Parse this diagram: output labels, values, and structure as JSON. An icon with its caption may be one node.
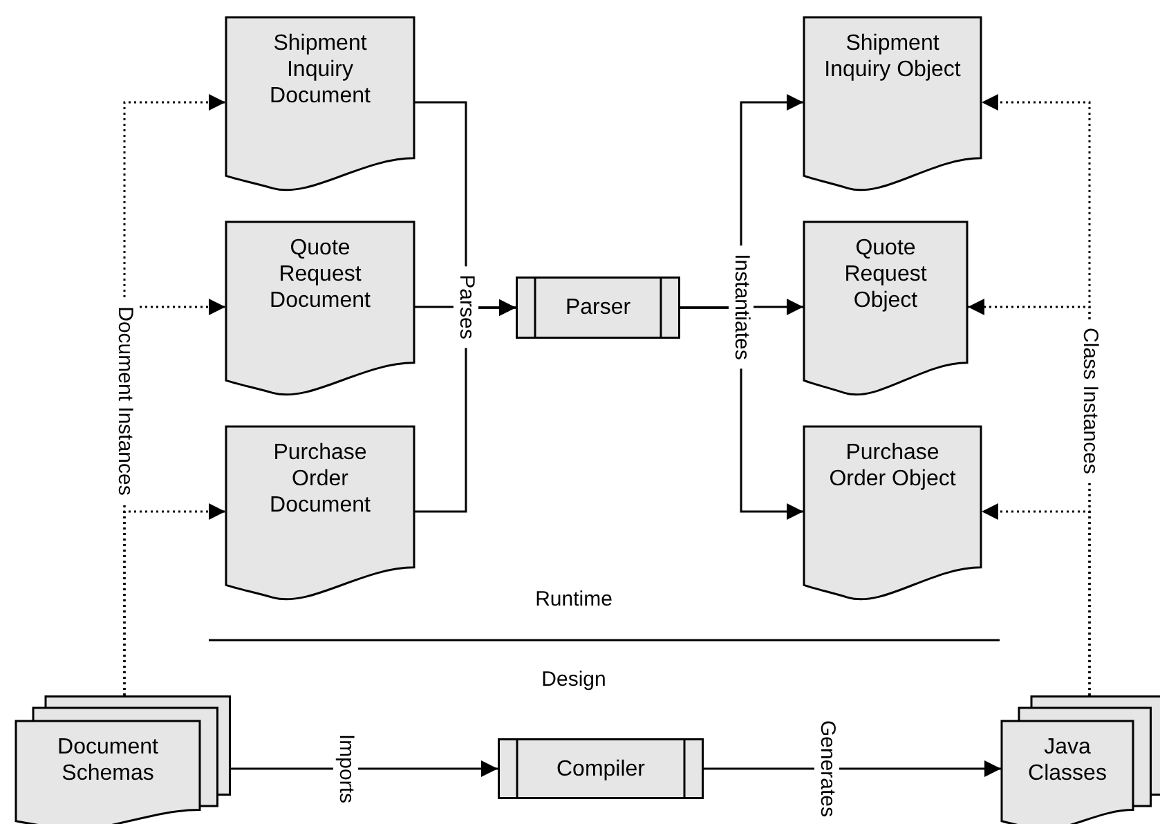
{
  "diagram": {
    "nodes": [
      {
        "text": [
          "Shipment Inquiry Document"
        ]
      },
      {
        "text": [
          "Quote Request Document"
        ]
      },
      {
        "text": [
          "Purchase Order Document"
        ]
      },
      {
        "text": [
          "Parser"
        ]
      },
      {
        "text": [
          "Shipment Inquiry Object"
        ]
      },
      {
        "text": [
          "Quote Request Object"
        ]
      },
      {
        "text": [
          "Purchase Order Object"
        ]
      },
      {
        "text": [
          "Document Schemas"
        ]
      },
      {
        "text": [
          "Compiler"
        ]
      },
      {
        "text": [
          "Java Classes"
        ]
      }
    ],
    "edges": [
      {
        "from": 0,
        "to": 3,
        "arrow": "to"
      },
      {
        "from": 1,
        "to": 3,
        "arrow": "to",
        "label": "Parses"
      },
      {
        "from": 2,
        "to": 3,
        "arrow": "to"
      },
      {
        "from": 3,
        "to": 4,
        "arrow": "to"
      },
      {
        "from": 3,
        "to": 5,
        "arrow": "to",
        "label": "Instantiates"
      },
      {
        "from": 3,
        "to": 6,
        "arrow": "to"
      },
      {
        "from": 7,
        "to": 0,
        "arrow": "to",
        "style": "dashed"
      },
      {
        "from": 7,
        "to": 1,
        "arrow": "to",
        "style": "dashed",
        "label": "Document Instances"
      },
      {
        "from": 7,
        "to": 2,
        "arrow": "to",
        "style": "dashed"
      },
      {
        "from": 9,
        "to": 4,
        "arrow": "to",
        "style": "dashed"
      },
      {
        "from": 9,
        "to": 5,
        "arrow": "to",
        "style": "dashed",
        "label": "Class Instances"
      },
      {
        "from": 9,
        "to": 6,
        "arrow": "to",
        "style": "dashed"
      },
      {
        "from": 7,
        "to": 8,
        "arrow": "to",
        "label": "Imports"
      },
      {
        "from": 8,
        "to": 9,
        "arrow": "to",
        "label": "Generates"
      }
    ],
    "labels": [
      "Runtime",
      "Design"
    ]
  }
}
